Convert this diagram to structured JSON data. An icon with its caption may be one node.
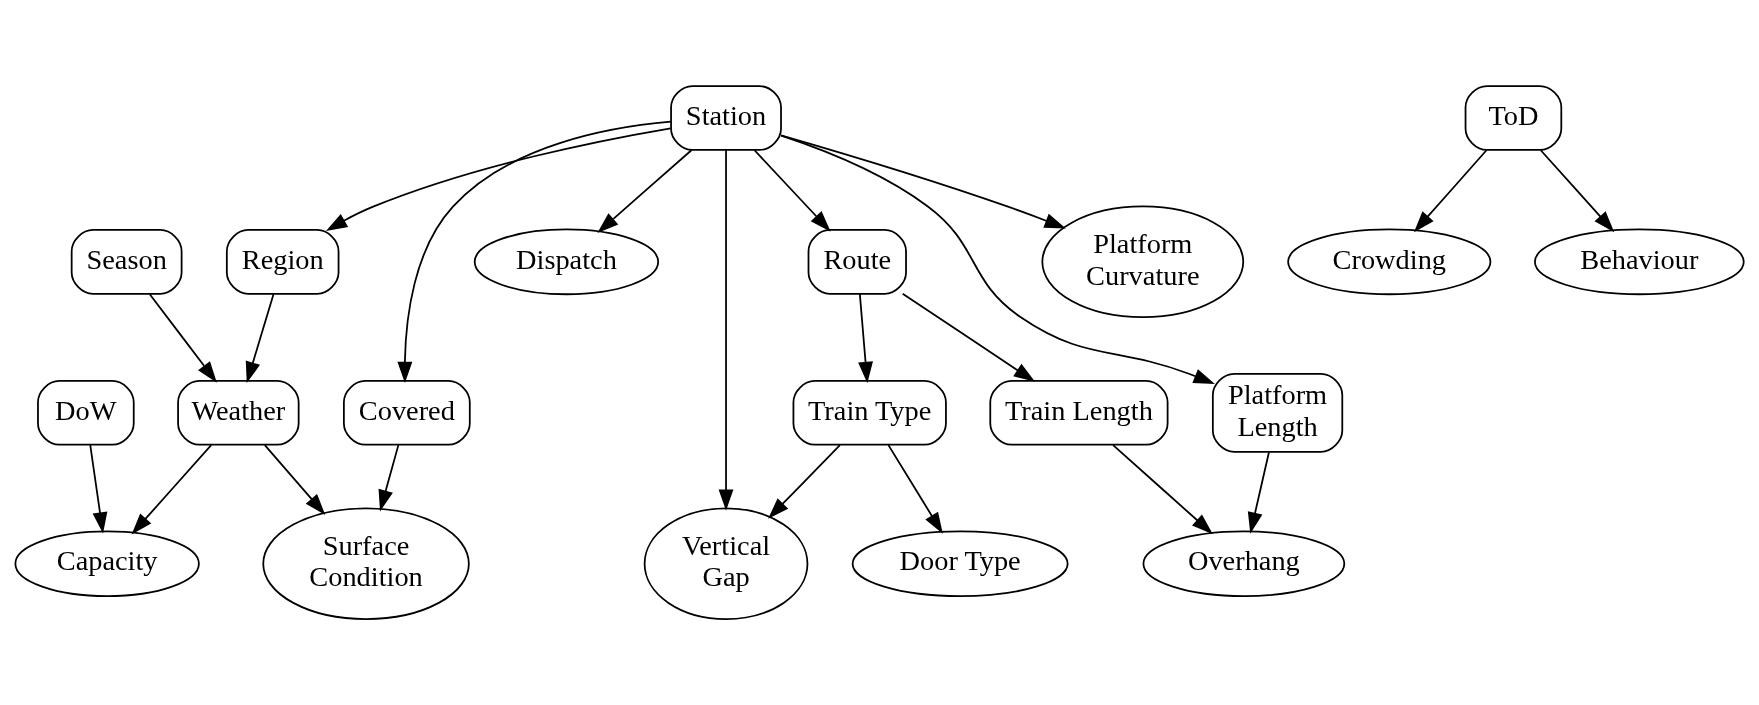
{
  "diagram": {
    "nodes": [
      {
        "text": [
          "DoW"
        ]
      },
      {
        "text": [
          "ToD"
        ]
      },
      {
        "text": [
          "Season"
        ]
      },
      {
        "text": [
          "Station"
        ]
      },
      {
        "text": [
          "Dispatch"
        ]
      },
      {
        "text": [
          "Region"
        ]
      },
      {
        "text": [
          "Route"
        ]
      },
      {
        "text": [
          "Platform Length"
        ]
      },
      {
        "text": [
          "Weather"
        ]
      },
      {
        "text": [
          "Train Type"
        ]
      },
      {
        "text": [
          "Train Length"
        ]
      },
      {
        "text": [
          "Covered"
        ]
      },
      {
        "text": [
          "Capacity"
        ]
      },
      {
        "text": [
          "Crowding"
        ]
      },
      {
        "text": [
          "Overhang"
        ]
      },
      {
        "text": [
          "Surface Condition"
        ]
      },
      {
        "text": [
          "Vertical Gap"
        ]
      },
      {
        "text": [
          "Door Type"
        ]
      },
      {
        "text": [
          "Behaviour"
        ]
      },
      {
        "text": [
          "Platform Curvature"
        ]
      }
    ],
    "edges": [
      {
        "from": 3,
        "to": 4,
        "arrow": "to"
      },
      {
        "from": 3,
        "to": 5,
        "arrow": "to"
      },
      {
        "from": 3,
        "to": 11,
        "arrow": "to"
      },
      {
        "from": 3,
        "to": 19,
        "arrow": "to"
      },
      {
        "from": 3,
        "to": 16,
        "arrow": "to"
      },
      {
        "from": 3,
        "to": 6,
        "arrow": "to"
      },
      {
        "from": 3,
        "to": 7,
        "arrow": "to"
      },
      {
        "from": 0,
        "to": 12,
        "arrow": "to"
      },
      {
        "from": 1,
        "to": 18,
        "arrow": "to"
      },
      {
        "from": 1,
        "to": 13,
        "arrow": "to"
      },
      {
        "from": 2,
        "to": 8,
        "arrow": "to"
      },
      {
        "from": 5,
        "to": 8,
        "arrow": "to"
      },
      {
        "from": 8,
        "to": 12,
        "arrow": "to"
      },
      {
        "from": 8,
        "to": 15,
        "arrow": "to"
      },
      {
        "from": 11,
        "to": 15,
        "arrow": "to"
      },
      {
        "from": 6,
        "to": 9,
        "arrow": "to"
      },
      {
        "from": 6,
        "to": 10,
        "arrow": "to"
      },
      {
        "from": 9,
        "to": 16,
        "arrow": "to"
      },
      {
        "from": 9,
        "to": 17,
        "arrow": "to"
      },
      {
        "from": 10,
        "to": 14,
        "arrow": "to"
      },
      {
        "from": 7,
        "to": 14,
        "arrow": "to"
      }
    ]
  }
}
